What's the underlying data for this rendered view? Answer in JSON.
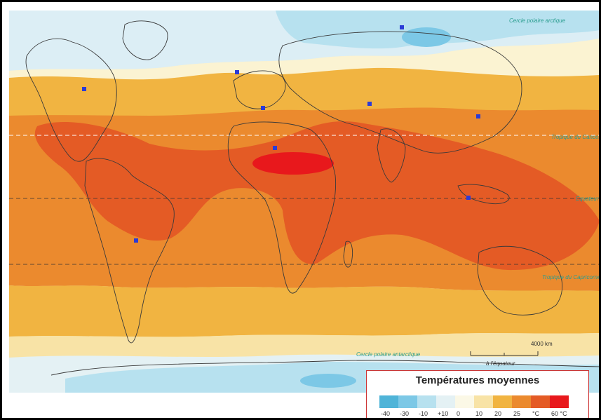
{
  "legend": {
    "title": "Températures moyennes",
    "swatches": [
      {
        "color": "#4fb4d8",
        "tick": "-40"
      },
      {
        "color": "#7cc8e6",
        "tick": "-30"
      },
      {
        "color": "#b7e1ef",
        "tick": "-10"
      },
      {
        "color": "#e4f1f4",
        "tick": "+10"
      },
      {
        "color": "#fbf8e6",
        "tick": "0"
      },
      {
        "color": "#f8e3a6",
        "tick": "10"
      },
      {
        "color": "#f1b441",
        "tick": "20"
      },
      {
        "color": "#eb8a2e",
        "tick": "25"
      },
      {
        "color": "#e45b25",
        "tick": "°C"
      },
      {
        "color": "#e8181c",
        "tick": "60 °C"
      }
    ]
  },
  "latitude_labels": {
    "arctic": "Cercle polaire arctique",
    "cancer": "Tropique du Cancer",
    "equator": "Équateur",
    "capricorn": "Tropique du Capricorne",
    "antarctic": "Cercle polaire antarctique"
  },
  "scale": {
    "distance": "4000 km",
    "label": "à l'équateur"
  },
  "city_dot_color": "#2b3bd6"
}
